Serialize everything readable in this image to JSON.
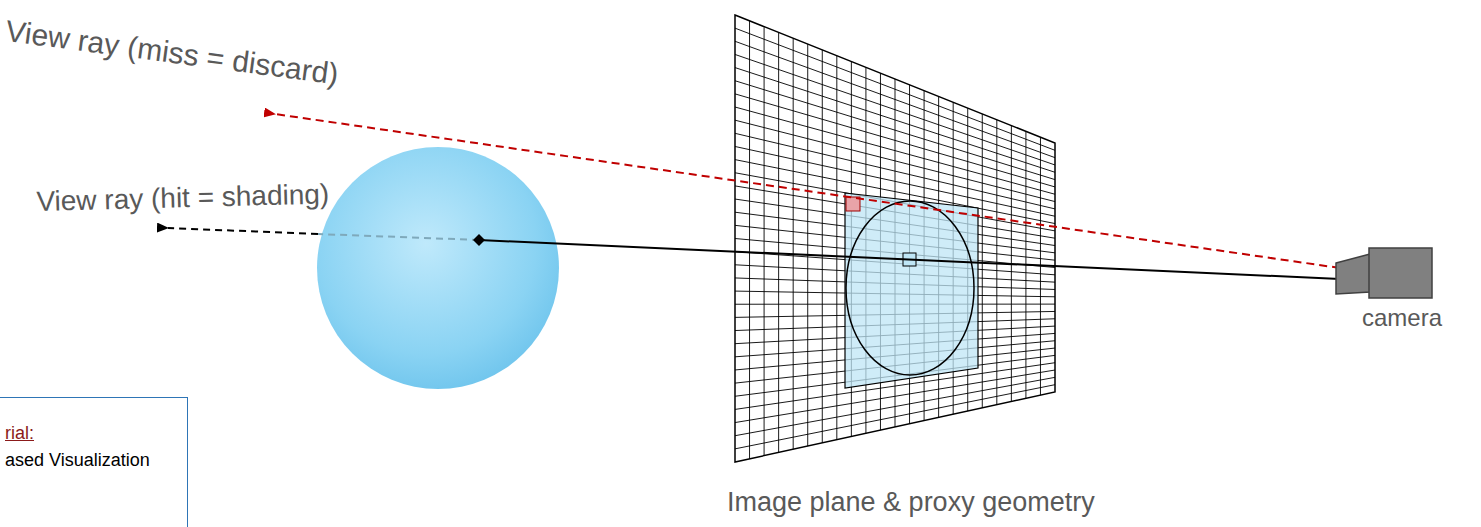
{
  "diagram": {
    "nodes": [
      {
        "text": [
          "rial:",
          "ased Visualization"
        ]
      }
    ],
    "labels": [
      "View ray (miss = discard)",
      "View ray (hit = shading)",
      "camera",
      "Image plane & proxy geometry"
    ]
  }
}
